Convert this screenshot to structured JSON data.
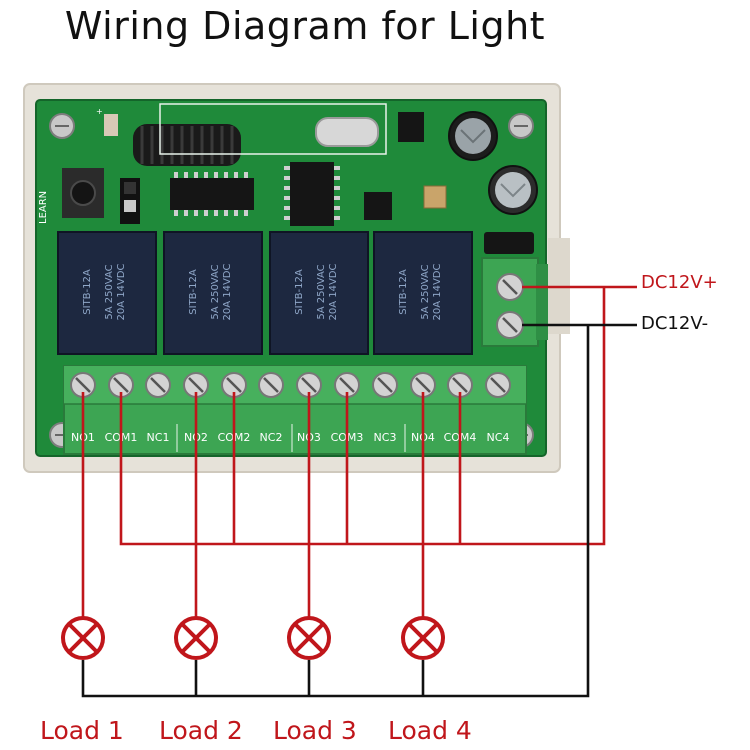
{
  "title": "Wiring Diagram for Light",
  "power": {
    "positive": "DC12V+",
    "negative": "DC12V-",
    "positive_wire_color": "#c0161b",
    "negative_wire_color": "#111111"
  },
  "board": {
    "learn_label": "LEARN",
    "terminals": [
      "NO1",
      "COM1",
      "NC1",
      "NO2",
      "COM2",
      "NC2",
      "NO3",
      "COM3",
      "NC3",
      "NO4",
      "COM4",
      "NC4"
    ],
    "relay_text": [
      "SITB-12A",
      "SITB-12A",
      "SITB-12A",
      "SITB-12A"
    ],
    "relay_spec": [
      "5A 250VAC",
      "5A 250VAC",
      "5A 250VAC",
      "5A 250VAC"
    ],
    "relay_spec2": [
      "20A 14VDC",
      "20A 14VDC",
      "20A 14VDC",
      "20A 14VDC"
    ],
    "board_color": "#1f8a3a",
    "terminal_block_color": "#3da553"
  },
  "loads": [
    {
      "label": "Load 1"
    },
    {
      "label": "Load 2"
    },
    {
      "label": "Load 3"
    },
    {
      "label": "Load 4"
    }
  ]
}
